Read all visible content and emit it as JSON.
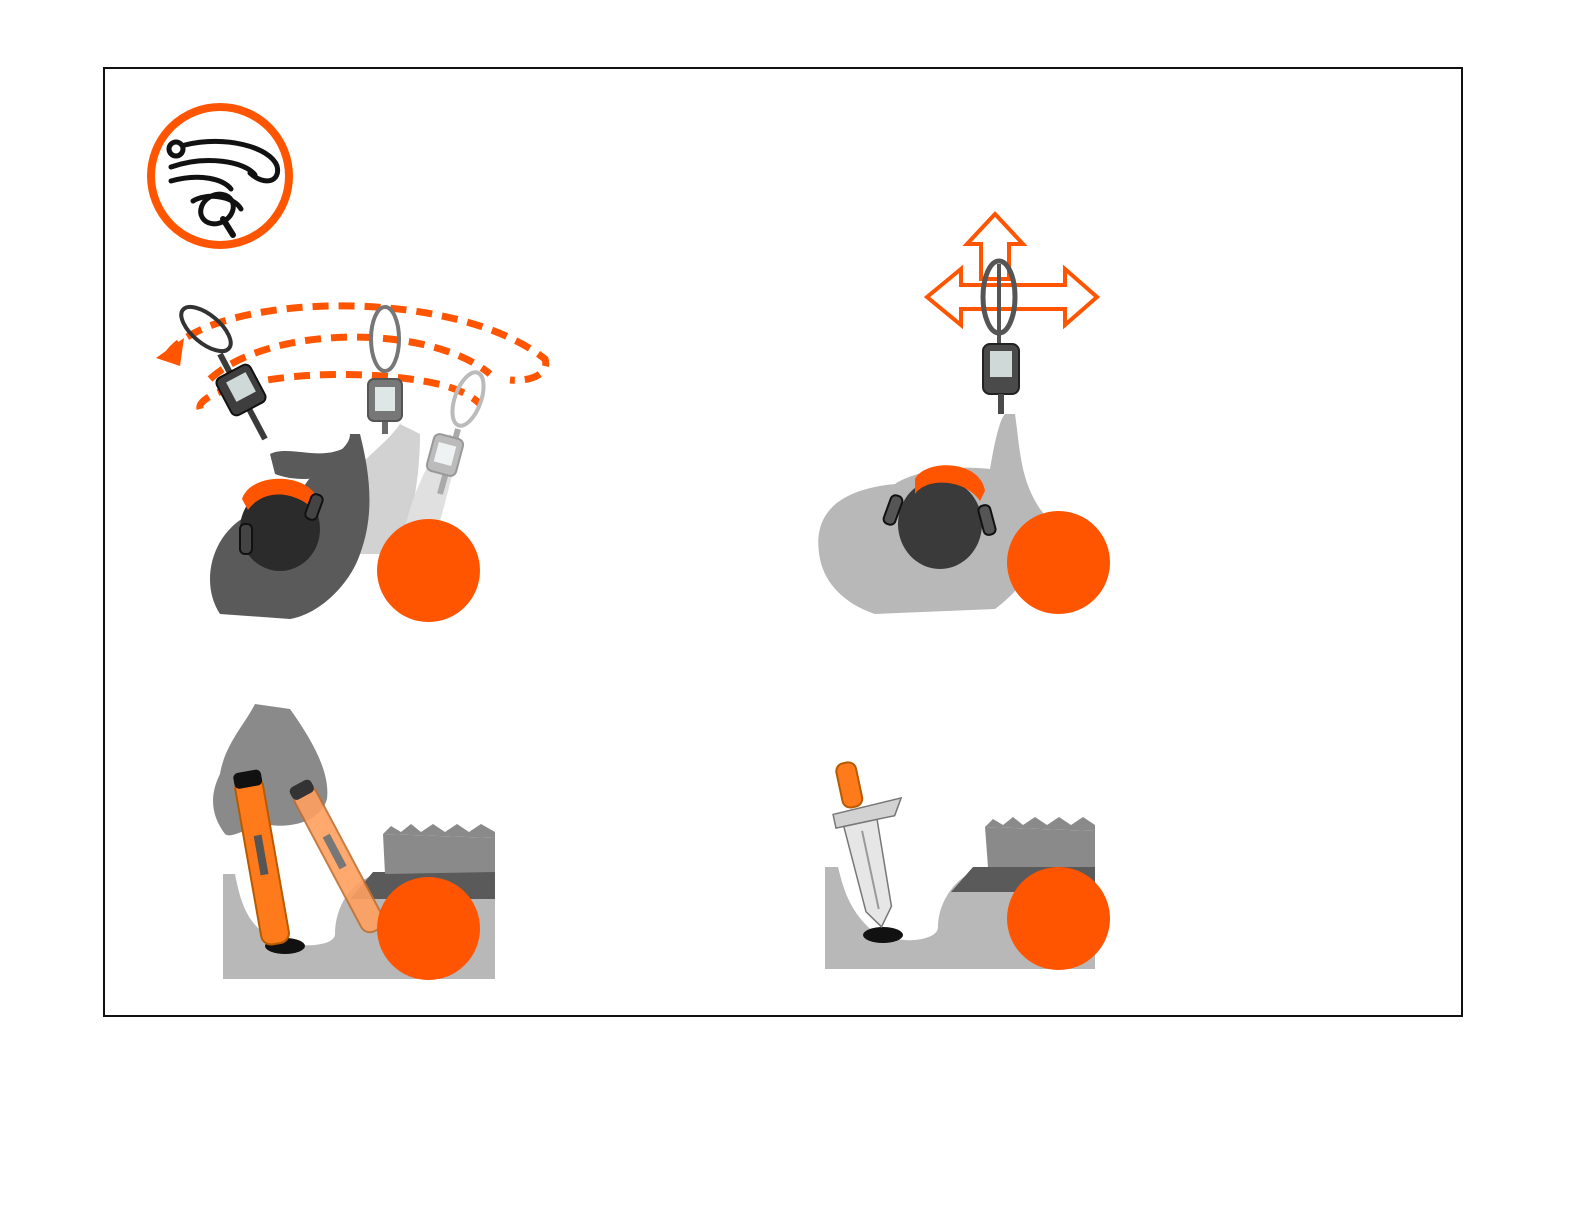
{
  "document": {
    "logo": {
      "icon": "detector-search-logo-icon",
      "ring_color": "#ff5500"
    },
    "steps": [
      {
        "number": "",
        "illustration": "sweep-detector-illustration"
      },
      {
        "number": "",
        "illustration": "pinpoint-crosshair-illustration"
      },
      {
        "number": "",
        "illustration": "pinpointer-probe-illustration"
      },
      {
        "number": "",
        "illustration": "dig-knife-illustration"
      }
    ],
    "colors": {
      "accent": "#ff5500",
      "dark_gray": "#5a5a5a",
      "mid_gray": "#8a8a8a",
      "light_gray": "#b8b8b8",
      "pale_gray": "#d2d2d2",
      "black": "#222222"
    }
  }
}
